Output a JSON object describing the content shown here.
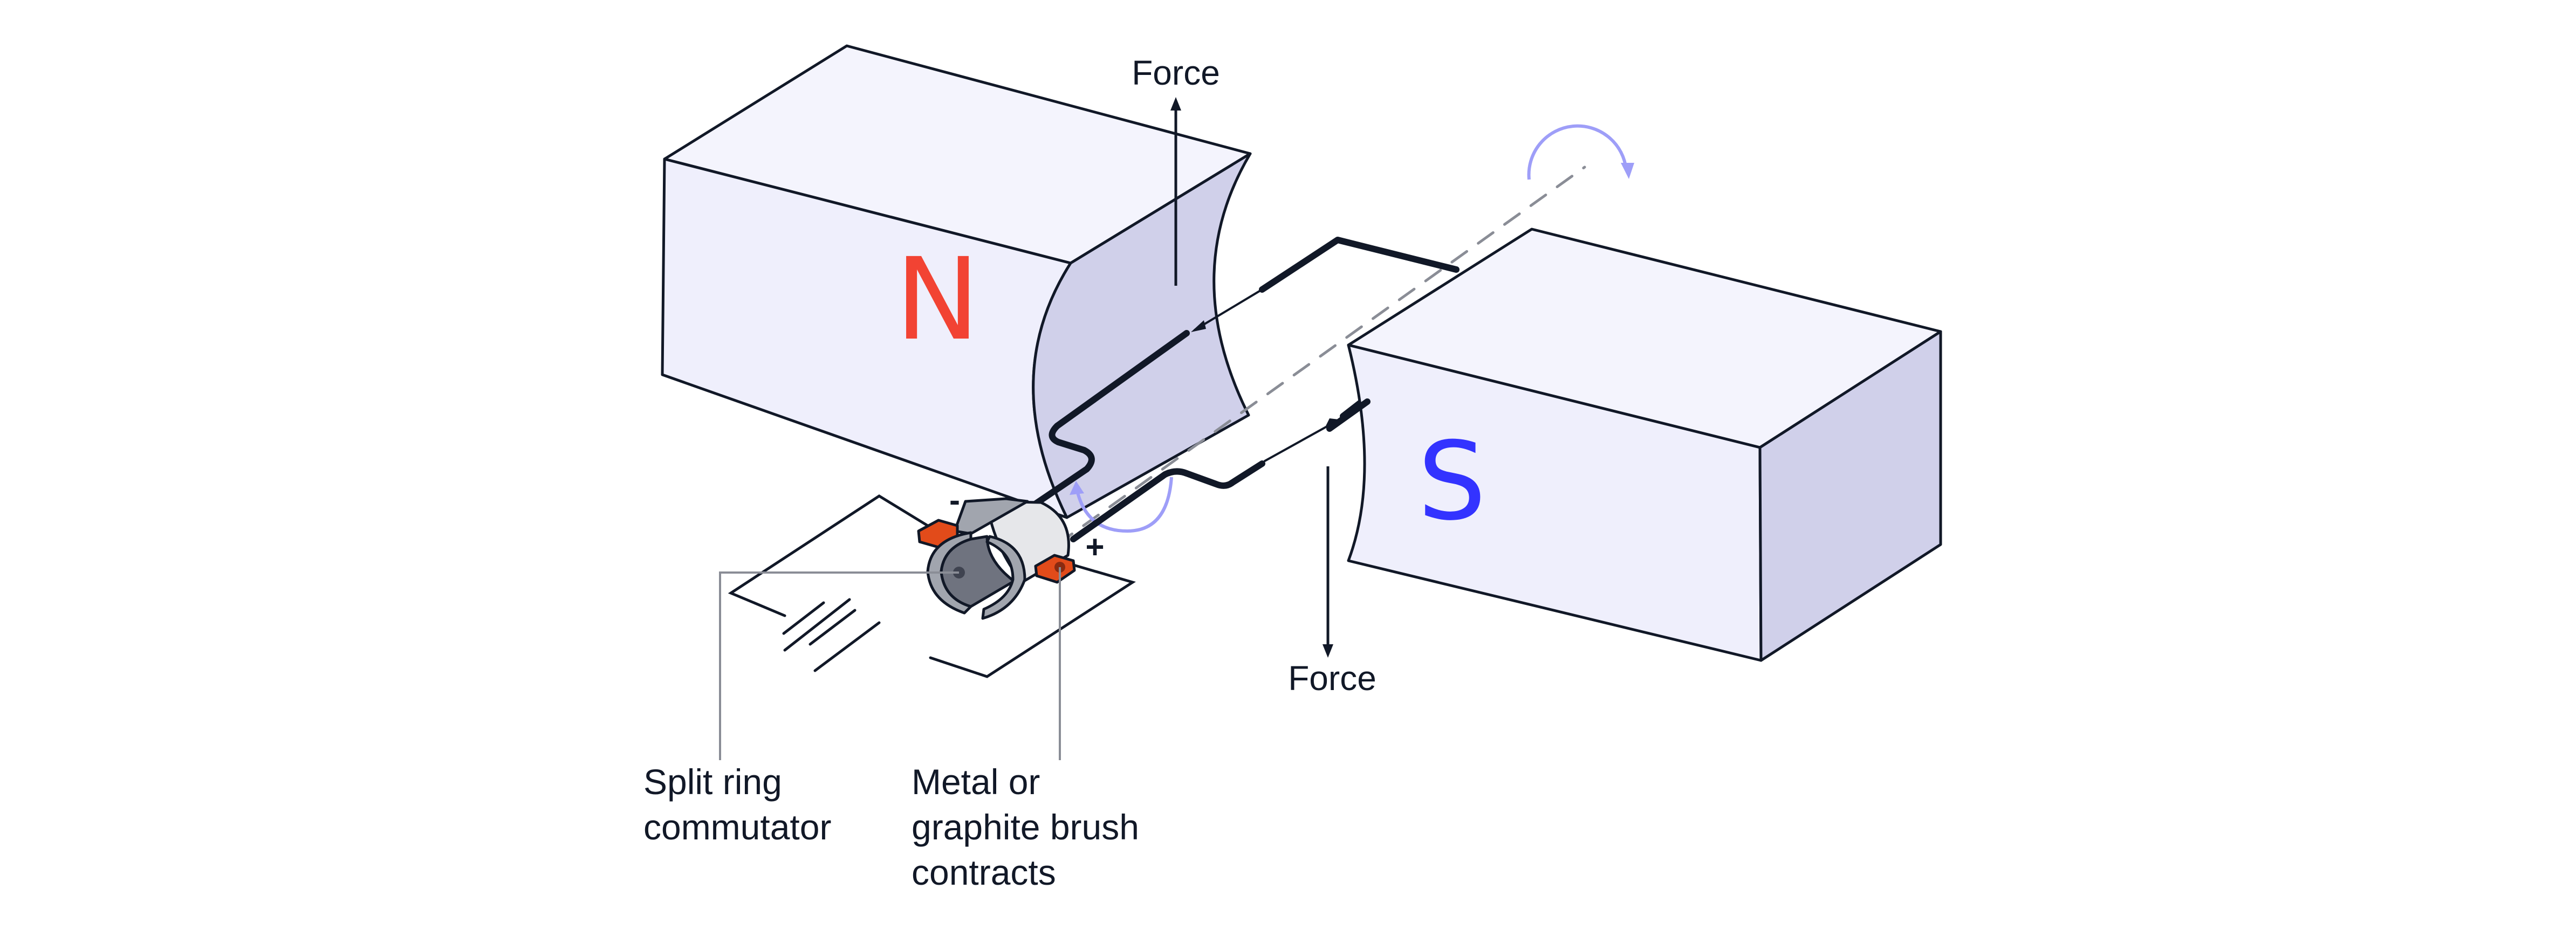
{
  "title": "DC motor with split ring commutator",
  "magnets": {
    "north": {
      "label": "N",
      "color": "#F24333"
    },
    "south": {
      "label": "S",
      "color": "#3333FF"
    }
  },
  "forces": {
    "upper": {
      "label": "Force",
      "direction": "up"
    },
    "lower": {
      "label": "Force",
      "direction": "down"
    }
  },
  "terminals": {
    "negative": "-",
    "positive": "+"
  },
  "callouts": {
    "commutator": {
      "lines": [
        "Split ring",
        "commutator"
      ]
    },
    "brush": {
      "lines": [
        "Metal or",
        "graphite brush",
        "contracts"
      ]
    }
  },
  "colors": {
    "magnet_face": "#F0F0FC",
    "magnet_side": "#D0D0EA",
    "outline": "#111827",
    "rotation_arrow": "#9E9EF8",
    "axis_dash": "#8A8D96",
    "brush": "#E24B1A",
    "brush_dark": "#B8360F",
    "commutator_ring": "#A1A5AE",
    "commutator_inner": "#6F737F",
    "commutator_body": "#E6E7EA",
    "callout_line": "#8A8D96"
  }
}
